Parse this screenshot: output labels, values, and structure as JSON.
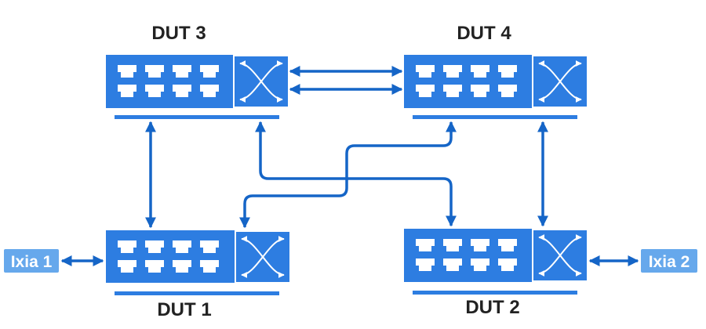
{
  "diagram": {
    "switches": [
      {
        "id": "dut3",
        "label": "DUT 3"
      },
      {
        "id": "dut4",
        "label": "DUT 4"
      },
      {
        "id": "dut1",
        "label": "DUT 1"
      },
      {
        "id": "dut2",
        "label": "DUT 2"
      }
    ],
    "endpoints": [
      {
        "id": "ixia1",
        "label": "Ixia 1"
      },
      {
        "id": "ixia2",
        "label": "Ixia 2"
      }
    ],
    "links": [
      {
        "from": "dut3",
        "to": "dut4",
        "count": 2
      },
      {
        "from": "dut3",
        "to": "dut1"
      },
      {
        "from": "dut3",
        "to": "dut2"
      },
      {
        "from": "dut4",
        "to": "dut1"
      },
      {
        "from": "dut4",
        "to": "dut2"
      },
      {
        "from": "ixia1",
        "to": "dut1"
      },
      {
        "from": "dut2",
        "to": "ixia2"
      }
    ]
  },
  "colors": {
    "switch_fill": "#2d7de1",
    "port": "#ffffff",
    "arrow": "#1565c7",
    "endpoint_fill": "#66a8ec",
    "label": "#222222"
  }
}
